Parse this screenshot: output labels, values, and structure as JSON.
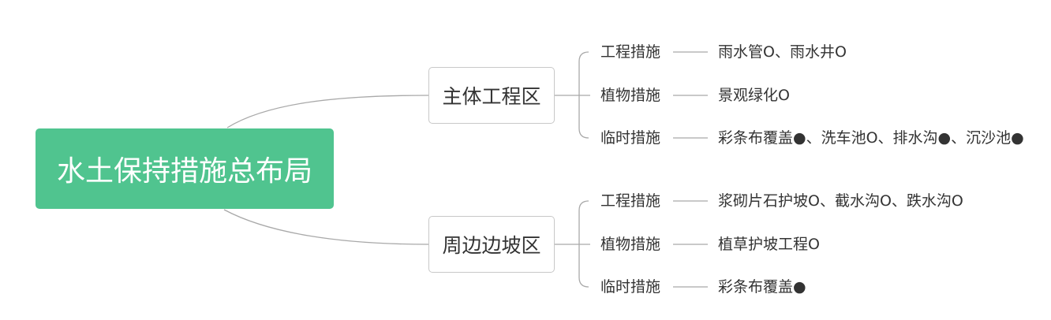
{
  "colors": {
    "root_fill": "#50c48f",
    "line": "#a9a9a9",
    "text": "#333333"
  },
  "root": {
    "label": "水土保持措施总布局"
  },
  "branches": [
    {
      "label": "主体工程区",
      "items": [
        {
          "category": "工程措施",
          "detail": "雨水管O、雨水井O"
        },
        {
          "category": "植物措施",
          "detail": "景观绿化O"
        },
        {
          "category": "临时措施",
          "detail": "彩条布覆盖●、洗车池O、排水沟●、沉沙池●"
        }
      ]
    },
    {
      "label": "周边边坡区",
      "items": [
        {
          "category": "工程措施",
          "detail": "浆砌片石护坡O、截水沟O、跌水沟O"
        },
        {
          "category": "植物措施",
          "detail": "植草护坡工程O"
        },
        {
          "category": "临时措施",
          "detail": "彩条布覆盖●"
        }
      ]
    }
  ]
}
